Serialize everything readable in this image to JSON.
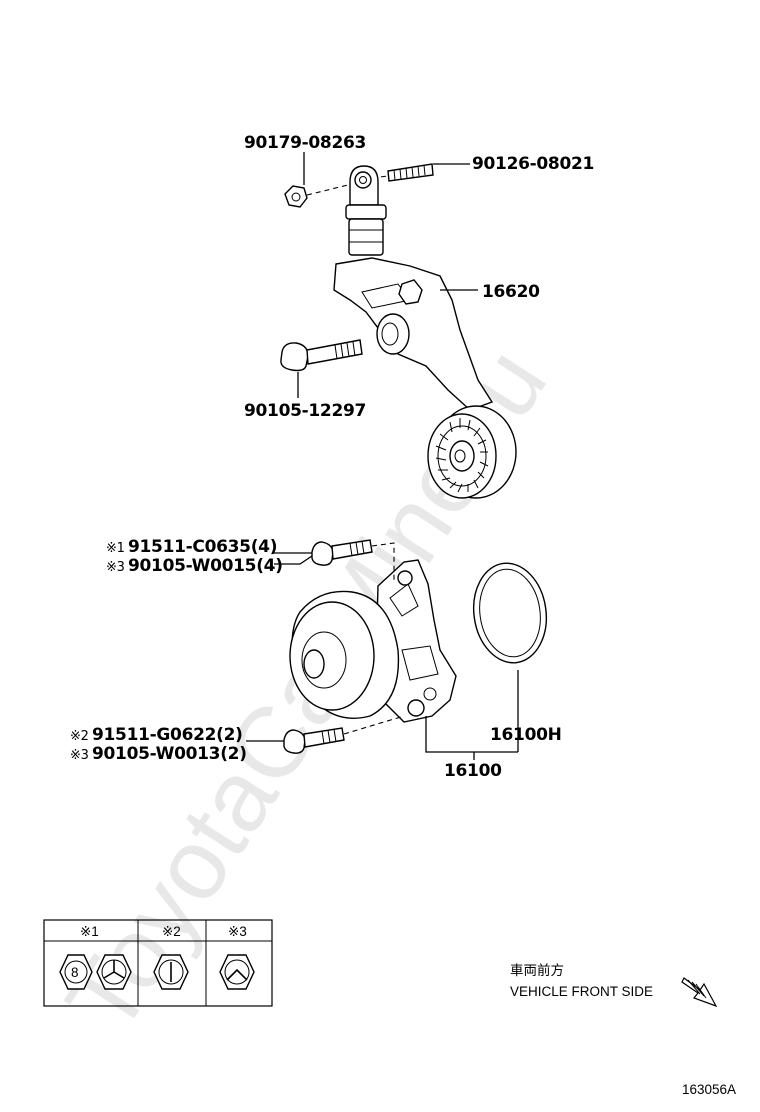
{
  "watermark": "ToyotaCarMine.ru",
  "labels": {
    "p1": "90179-08263",
    "p2": "90126-08021",
    "p3": "16620",
    "p4": "90105-12297",
    "p5a_mark": "※1",
    "p5a": "91511-C0635(4)",
    "p5b_mark": "※3",
    "p5b": "90105-W0015(4)",
    "p6a_mark": "※2",
    "p6a": "91511-G0622(2)",
    "p6b_mark": "※3",
    "p6b": "90105-W0013(2)",
    "p7": "16100H",
    "p8": "16100"
  },
  "legend": {
    "headers": [
      "※1",
      "※2",
      "※3"
    ],
    "bolt_head_number": "8"
  },
  "direction": {
    "jp": "車両前方",
    "en": "VEHICLE FRONT SIDE"
  },
  "figure_code": "163056A"
}
